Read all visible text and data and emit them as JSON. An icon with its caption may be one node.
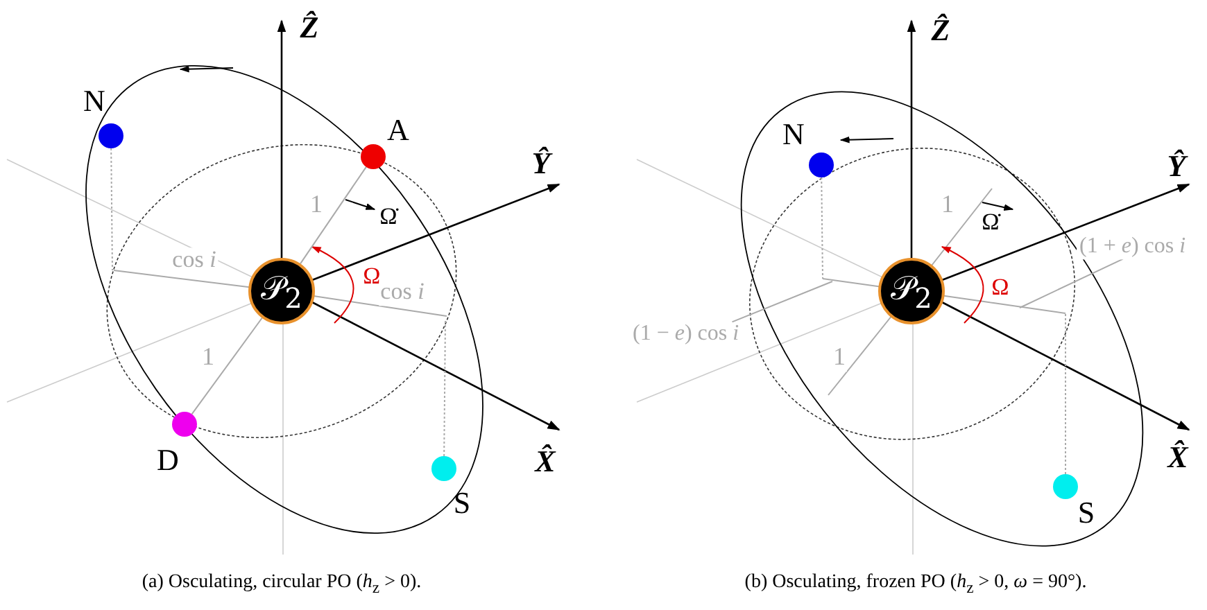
{
  "diagram": {
    "nodes": [
      {
        "text": [
          "𝒫$_{2}$"
        ]
      },
      {
        "text": [],
        "shape": "circle",
        "beside": [
          "N"
        ]
      },
      {
        "text": [],
        "shape": "circle",
        "beside": [
          "A"
        ]
      },
      {
        "text": [],
        "shape": "circle",
        "beside": [
          "D"
        ]
      },
      {
        "text": [],
        "shape": "circle",
        "beside": [
          "S"
        ]
      },
      {
        "text": [
          "𝒫$_{2}$"
        ]
      },
      {
        "text": [],
        "shape": "circle",
        "beside": [
          "N"
        ]
      },
      {
        "text": [],
        "shape": "circle",
        "beside": [
          "S"
        ]
      },
      {
        "text": [
          "(1 + *e*) cos *i*"
        ]
      },
      {
        "text": [
          "(1 − *e*) cos *i*"
        ]
      }
    ],
    "edges": [
      {
        "from": 0,
        "to": 2,
        "arrow": "none",
        "label": "1"
      },
      {
        "from": 0,
        "to": 3,
        "arrow": "none",
        "label": "1"
      },
      {
        "from": 8,
        "to": null,
        "arrow": "none"
      },
      {
        "from": 9,
        "to": null,
        "arrow": "none"
      },
      {
        "from": 1,
        "to": null,
        "arrow": "none",
        "style": "dashed"
      },
      {
        "from": 4,
        "to": null,
        "arrow": "none",
        "style": "dashed"
      },
      {
        "from": 6,
        "to": null,
        "arrow": "none",
        "style": "dashed"
      },
      {
        "from": 7,
        "to": null,
        "arrow": "none",
        "style": "dashed"
      }
    ],
    "labels": [
      "Ẑ",
      "Ŷ",
      "X̂",
      "Ω̇",
      "cos *i*",
      "Ω",
      "cos *i*",
      "Ẑ",
      "1",
      "Ω̇",
      "Ŷ",
      "Ω",
      "1",
      "X̂",
      "(a) Osculating, circular PO (*h*$_{z}$ > 0).",
      "(b) Osculating, frozen PO (*h*$_{z}$ > 0, *ω* = 90°)."
    ]
  }
}
